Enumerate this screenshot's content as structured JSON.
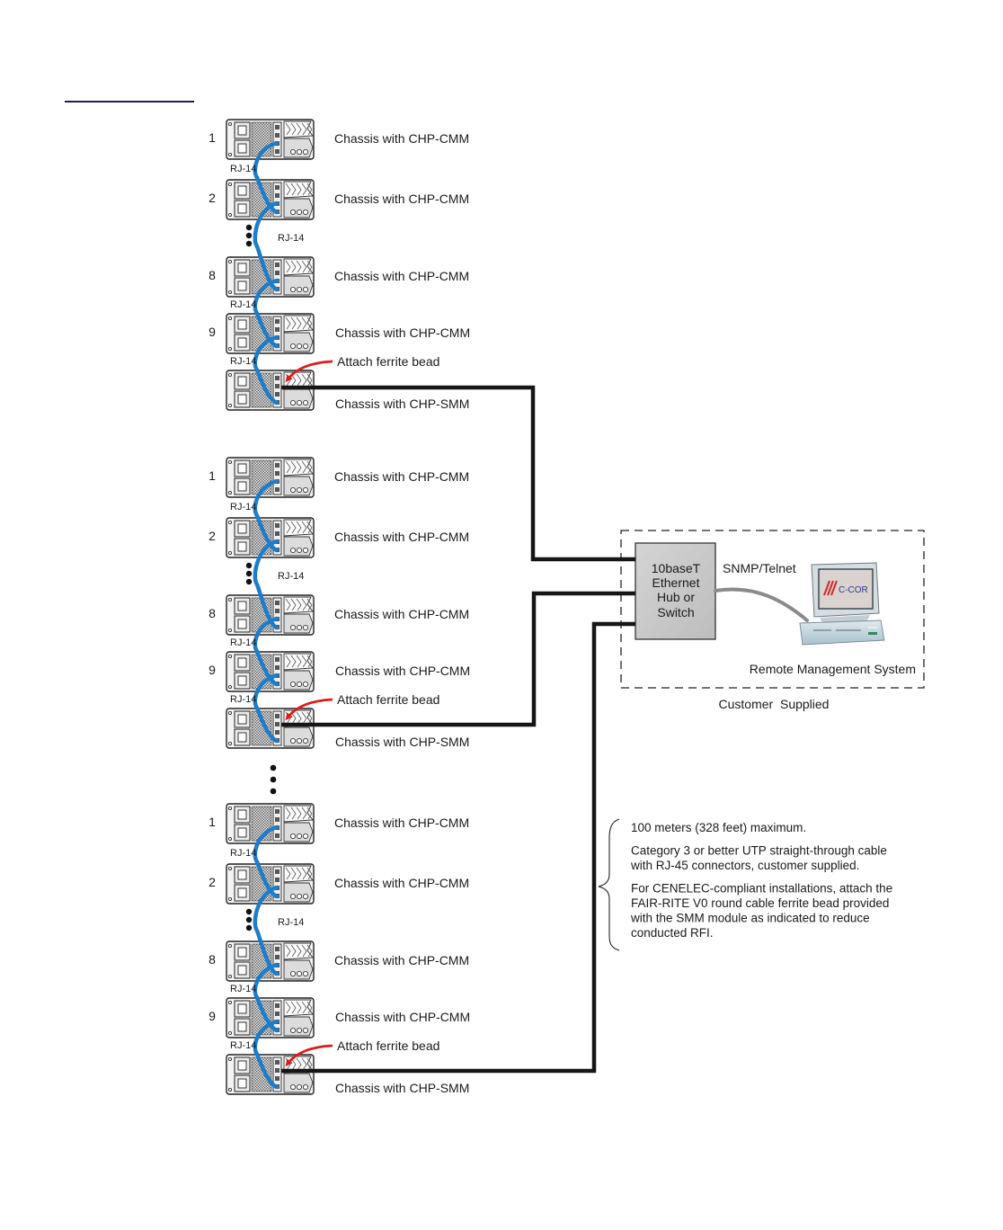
{
  "header_rule_color": "#1f1a4f",
  "colors": {
    "daisy_chain_cable": "#1f7cc8",
    "ethernet_cable": "#161616",
    "ferrite_arrow": "#e01b1b",
    "hub_fill": "#c9c9c9",
    "snmp_cable": "#8a8a8a"
  },
  "groups": [
    {
      "chassis": [
        {
          "number": "1",
          "label": "Chassis with CHP-CMM",
          "type": "CMM"
        },
        {
          "number": "2",
          "label": "Chassis with CHP-CMM",
          "type": "CMM"
        },
        {
          "number": "8",
          "label": "Chassis with CHP-CMM",
          "type": "CMM"
        },
        {
          "number": "9",
          "label": "Chassis with CHP-CMM",
          "type": "CMM"
        },
        {
          "number": "",
          "label": "Chassis with CHP-SMM",
          "type": "SMM"
        }
      ],
      "connector_labels": [
        "RJ-14",
        "RJ-14",
        "RJ-14",
        "RJ-14"
      ],
      "ferrite_label": "Attach ferrite bead"
    },
    {
      "chassis": [
        {
          "number": "1",
          "label": "Chassis with CHP-CMM",
          "type": "CMM"
        },
        {
          "number": "2",
          "label": "Chassis with CHP-CMM",
          "type": "CMM"
        },
        {
          "number": "8",
          "label": "Chassis with CHP-CMM",
          "type": "CMM"
        },
        {
          "number": "9",
          "label": "Chassis with CHP-CMM",
          "type": "CMM"
        },
        {
          "number": "",
          "label": "Chassis with CHP-SMM",
          "type": "SMM"
        }
      ],
      "connector_labels": [
        "RJ-14",
        "RJ-14",
        "RJ-14",
        "RJ-14"
      ],
      "ferrite_label": "Attach ferrite bead"
    },
    {
      "chassis": [
        {
          "number": "1",
          "label": "Chassis with CHP-CMM",
          "type": "CMM"
        },
        {
          "number": "2",
          "label": "Chassis with CHP-CMM",
          "type": "CMM"
        },
        {
          "number": "8",
          "label": "Chassis with CHP-CMM",
          "type": "CMM"
        },
        {
          "number": "9",
          "label": "Chassis with CHP-CMM",
          "type": "CMM"
        },
        {
          "number": "",
          "label": "Chassis with CHP-SMM",
          "type": "SMM"
        }
      ],
      "connector_labels": [
        "RJ-14",
        "RJ-14",
        "RJ-14",
        "RJ-14"
      ],
      "ferrite_label": "Attach ferrite bead"
    }
  ],
  "hub": {
    "lines": [
      "10baseT",
      "Ethernet",
      "Hub or",
      "Switch"
    ]
  },
  "protocol_label": "SNMP/Telnet",
  "computer": {
    "logo_text": "C-COR",
    "label": "Remote Management System"
  },
  "customer_supplied_label": "Customer  Supplied",
  "notes": {
    "paragraphs": [
      [
        "100 meters (328 feet) maximum."
      ],
      [
        "Category 3 or better UTP straight-through cable",
        "with RJ-45 connectors, customer supplied."
      ],
      [
        "For CENELEC-compliant installations, attach the",
        "FAIR-RITE V0 round cable ferrite bead provided",
        "with the SMM module as indicated to reduce",
        "conducted RFI."
      ]
    ]
  }
}
